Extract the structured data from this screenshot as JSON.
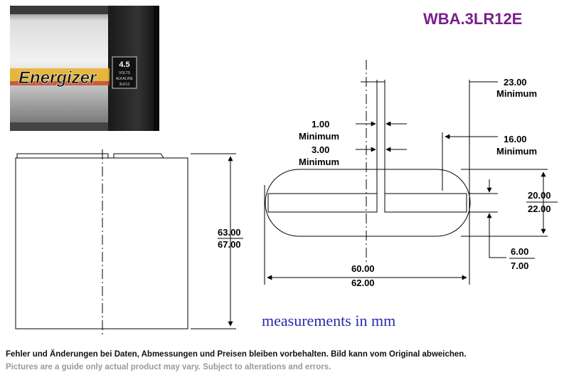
{
  "title": {
    "text": "WBA.3LR12E",
    "color": "#7a1f8c"
  },
  "photo": {
    "brand": "Energizer",
    "voltage": "4.5",
    "voltage_unit": "VOLTS",
    "chemistry": "ALKALINE",
    "cell_code": "3LR12"
  },
  "dimensions": {
    "height_min": "63.00",
    "height_max": "67.00",
    "terminal_long_min": "23.00",
    "terminal_long_min_label": "Minimum",
    "terminal_short_min": "16.00",
    "terminal_short_min_label": "Minimum",
    "gap_min": "1.00",
    "gap_min_label": "Minimum",
    "spacing_min": "3.00",
    "spacing_min_label": "Minimum",
    "width_min": "20.00",
    "width_max": "22.00",
    "length_min": "60.00",
    "length_max": "62.00",
    "offset_min": "6.00",
    "offset_max": "7.00"
  },
  "units_note": "measurements in mm",
  "notes": {
    "german": "Fehler und Änderungen bei Daten, Abmessungen und Preisen bleiben vorbehalten. Bild kann vom Original abweichen.",
    "english": "Pictures are a guide only actual product may vary. Subject to alterations and errors."
  }
}
